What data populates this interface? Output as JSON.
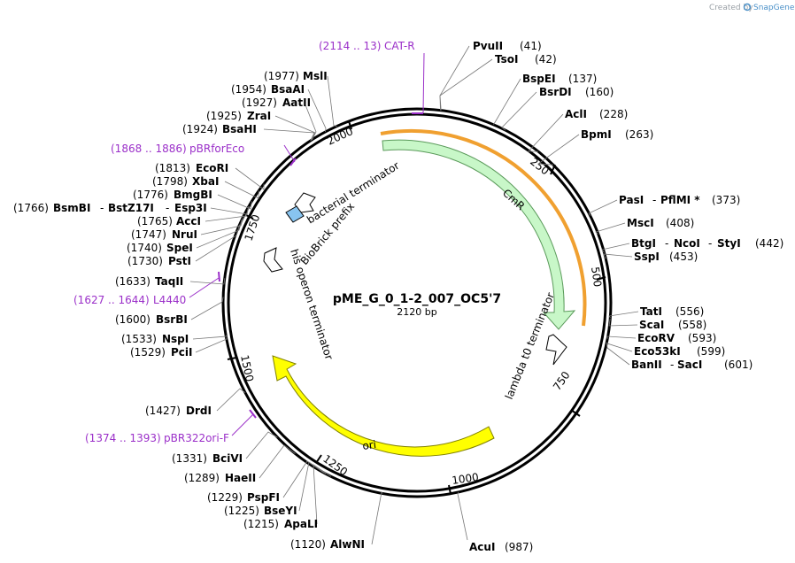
{
  "watermark": {
    "prefix": "Created by",
    "brand": "SnapGene"
  },
  "plasmid": {
    "name": "pME_G_0_1-2_007_OC5'7",
    "length_label": "2120 bp",
    "length": 2120
  },
  "ticks": [
    "250",
    "500",
    "750",
    "1000",
    "1250",
    "1500",
    "1750",
    "2000"
  ],
  "features": {
    "cmr": "CmR",
    "ori": "ori",
    "lambda": "lambda t0 terminator",
    "bacterial": "bacterial terminator",
    "biobrick": "BioBrick prefix",
    "his": "his operon terminator"
  },
  "primers": [
    {
      "range": "(2114 .. 13)",
      "name": "CAT-R"
    },
    {
      "range": "(1868 .. 1886)",
      "name": "pBRforEco"
    },
    {
      "range": "(1627 .. 1644)",
      "name": "L4440"
    },
    {
      "range": "(1374 .. 1393)",
      "name": "pBR322ori-F"
    }
  ],
  "enzymes_right": [
    {
      "name": "PvuII",
      "pos": "(41)"
    },
    {
      "name": "TsoI",
      "pos": "(42)"
    },
    {
      "name": "BspEI",
      "pos": "(137)"
    },
    {
      "name": "BsrDI",
      "pos": "(160)"
    },
    {
      "name": "AclI",
      "pos": "(228)"
    },
    {
      "name": "BpmI",
      "pos": "(263)"
    },
    {
      "name": "PasI",
      "sep": "-",
      "name2": "PflMI *",
      "pos": "(373)"
    },
    {
      "name": "MscI",
      "pos": "(408)"
    },
    {
      "name": "BtgI",
      "sep": "-",
      "name2": "NcoI",
      "sep2": "-",
      "name3": "StyI",
      "pos": "(442)"
    },
    {
      "name": "SspI",
      "pos": "(453)"
    },
    {
      "name": "TatI",
      "pos": "(556)"
    },
    {
      "name": "ScaI",
      "pos": "(558)"
    },
    {
      "name": "EcoRV",
      "pos": "(593)"
    },
    {
      "name": "Eco53kI",
      "pos": "(599)"
    },
    {
      "name": "BanII",
      "sep": "-",
      "name2": "SacI",
      "pos": "(601)"
    },
    {
      "name": "AcuI",
      "pos": "(987)"
    }
  ],
  "enzymes_left": [
    {
      "pos": "(1977)",
      "name": "MslI"
    },
    {
      "pos": "(1954)",
      "name": "BsaAI"
    },
    {
      "pos": "(1927)",
      "name": "AatII"
    },
    {
      "pos": "(1925)",
      "name": "ZraI"
    },
    {
      "pos": "(1924)",
      "name": "BsaHI"
    },
    {
      "pos": "(1813)",
      "name": "EcoRI"
    },
    {
      "pos": "(1798)",
      "name": "XbaI"
    },
    {
      "pos": "(1776)",
      "name": "BmgBI"
    },
    {
      "pos": "(1766)",
      "name": "BsmBI",
      "sep": "-",
      "name2": "BstZ17I",
      "sep2": "-",
      "name3": "Esp3I"
    },
    {
      "pos": "(1765)",
      "name": "AccI"
    },
    {
      "pos": "(1747)",
      "name": "NruI"
    },
    {
      "pos": "(1740)",
      "name": "SpeI"
    },
    {
      "pos": "(1730)",
      "name": "PstI"
    },
    {
      "pos": "(1633)",
      "name": "TaqII"
    },
    {
      "pos": "(1600)",
      "name": "BsrBI"
    },
    {
      "pos": "(1533)",
      "name": "NspI"
    },
    {
      "pos": "(1529)",
      "name": "PciI"
    },
    {
      "pos": "(1427)",
      "name": "DrdI"
    },
    {
      "pos": "(1331)",
      "name": "BciVI"
    },
    {
      "pos": "(1289)",
      "name": "HaeII"
    },
    {
      "pos": "(1229)",
      "name": "PspFI"
    },
    {
      "pos": "(1225)",
      "name": "BseYI"
    },
    {
      "pos": "(1215)",
      "name": "ApaLI"
    },
    {
      "pos": "(1120)",
      "name": "AlwNI"
    }
  ],
  "colors": {
    "cmr_fill": "#c8f7c8",
    "ori_fill": "#ffff00",
    "orange": "#f0a030",
    "primer": "#9b30c9",
    "biobrick": "#88c4f0"
  }
}
